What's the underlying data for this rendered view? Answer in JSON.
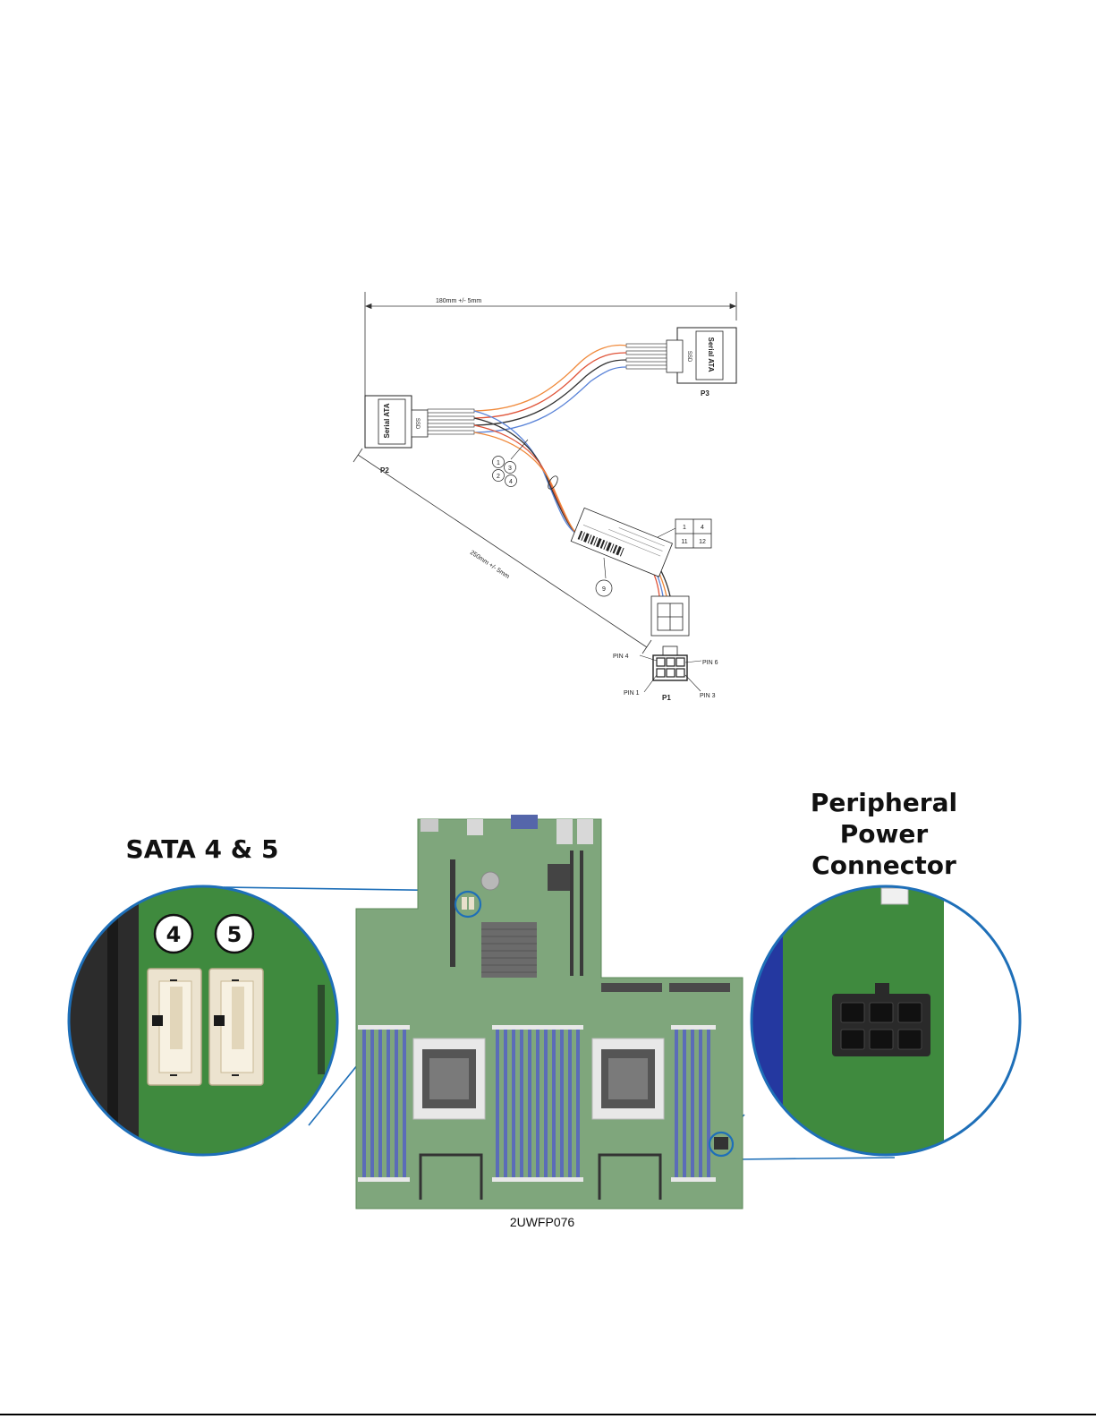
{
  "cable_drawing": {
    "top_dimension": "180mm +/- 5mm",
    "diagonal_dimension": "250mm +/- 5mm",
    "connector_p2": {
      "label": "P2",
      "brand": "Serial ATA",
      "type": "SSD"
    },
    "connector_p3": {
      "label": "P3",
      "brand": "Serial ATA",
      "type": "SSD"
    },
    "connector_p1": {
      "label": "P1"
    },
    "wire_callouts": [
      "1",
      "2",
      "3",
      "4"
    ],
    "label_callout": "9",
    "pin_table": [
      [
        "1",
        "4"
      ],
      [
        "11",
        "12"
      ]
    ],
    "pin_labels": {
      "pin4": "PIN 4",
      "pin6": "PIN 6",
      "pin1": "PIN 1",
      "pin3": "PIN 3"
    },
    "wire_colors": {
      "red": "#e0553a",
      "orange": "#f08a3c",
      "blue": "#5b84d8",
      "black": "#333333"
    }
  },
  "board_figure": {
    "sata_title": "SATA 4 & 5",
    "sata_port_a": "4",
    "sata_port_b": "5",
    "power_title_line1": "Peripheral",
    "power_title_line2": "Power",
    "power_title_line3": "Connector",
    "figure_id": "2UWFP076",
    "colors": {
      "board": "#7fa67c",
      "board_zoom": "#3f8a3e",
      "callout_ring": "#1e6fb8",
      "dimm_blue": "#5b6cb8"
    }
  }
}
